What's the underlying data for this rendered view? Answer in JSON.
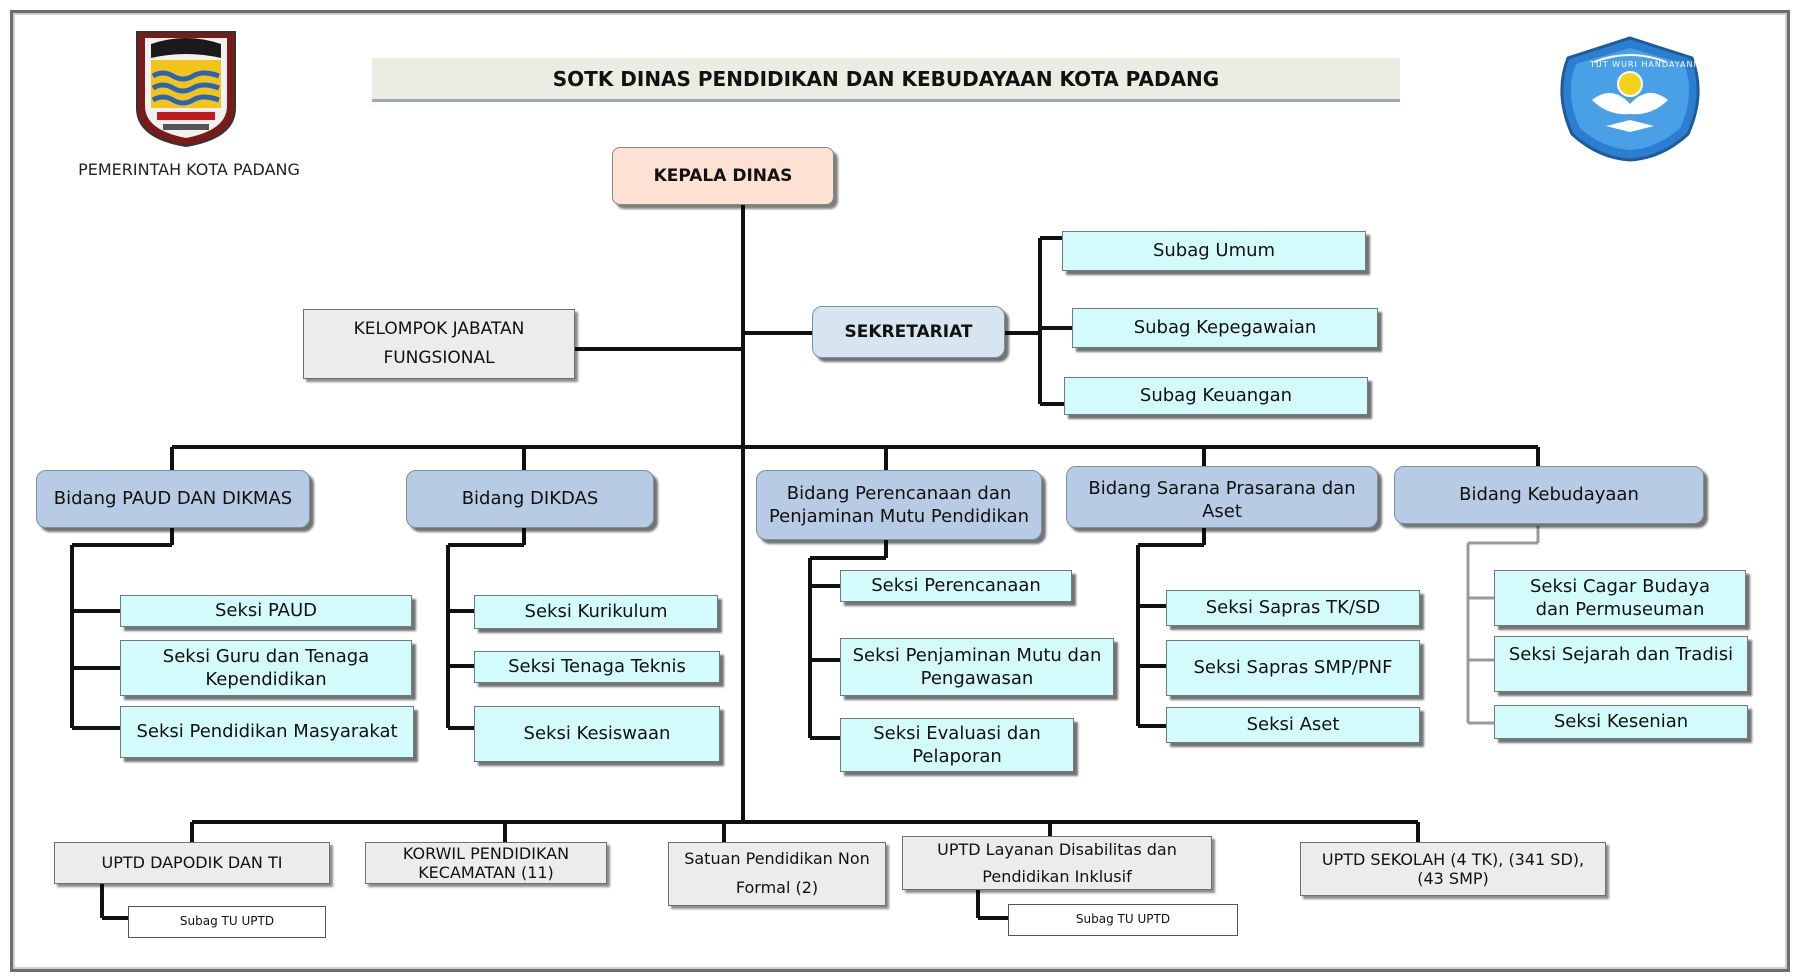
{
  "header": {
    "title": "SOTK DINAS PENDIDIKAN DAN KEBUDAYAAN KOTA PADANG",
    "gov_label": "PEMERINTAH  KOTA PADANG",
    "right_logo_text": "TUT WURI HANDAYANI"
  },
  "head": {
    "label": "KEPALA DINAS"
  },
  "functional": {
    "label": "KELOMPOK JABATAN FUNGSIONAL"
  },
  "secretariat": {
    "label": "SEKRETARIAT",
    "subunits": [
      "Subag Umum",
      "Subag Kepegawaian",
      "Subag Keuangan"
    ]
  },
  "divisions": [
    {
      "label": "Bidang PAUD DAN DIKMAS",
      "sections": [
        "Seksi PAUD",
        "Seksi Guru dan Tenaga Kependidikan",
        "Seksi Pendidikan Masyarakat"
      ]
    },
    {
      "label": "Bidang DIKDAS",
      "sections": [
        "Seksi Kurikulum",
        "Seksi Tenaga Teknis",
        "Seksi Kesiswaan"
      ]
    },
    {
      "label": "Bidang Perencanaan dan Penjaminan Mutu Pendidikan",
      "sections": [
        "Seksi Perencanaan",
        "Seksi Penjaminan Mutu dan Pengawasan",
        "Seksi Evaluasi dan Pelaporan"
      ]
    },
    {
      "label": "Bidang Sarana Prasarana dan Aset",
      "sections": [
        "Seksi Sapras TK/SD",
        "Seksi Sapras SMP/PNF",
        "Seksi Aset"
      ]
    },
    {
      "label": "Bidang Kebudayaan",
      "sections": [
        "Seksi Cagar Budaya dan Permuseuman",
        "Seksi Sejarah dan Tradisi",
        "Seksi Kesenian"
      ]
    }
  ],
  "units": [
    {
      "label": "UPTD DAPODIK DAN TI",
      "sub": "Subag TU UPTD"
    },
    {
      "label": "KORWIL PENDIDIKAN KECAMATAN (11)"
    },
    {
      "label": "Satuan Pendidikan Non Formal (2)"
    },
    {
      "label": "UPTD Layanan Disabilitas  dan Pendidikan Inklusif",
      "sub": "Subag TU UPTD"
    },
    {
      "label": "UPTD SEKOLAH (4 TK), (341 SD), (43 SMP)"
    }
  ]
}
